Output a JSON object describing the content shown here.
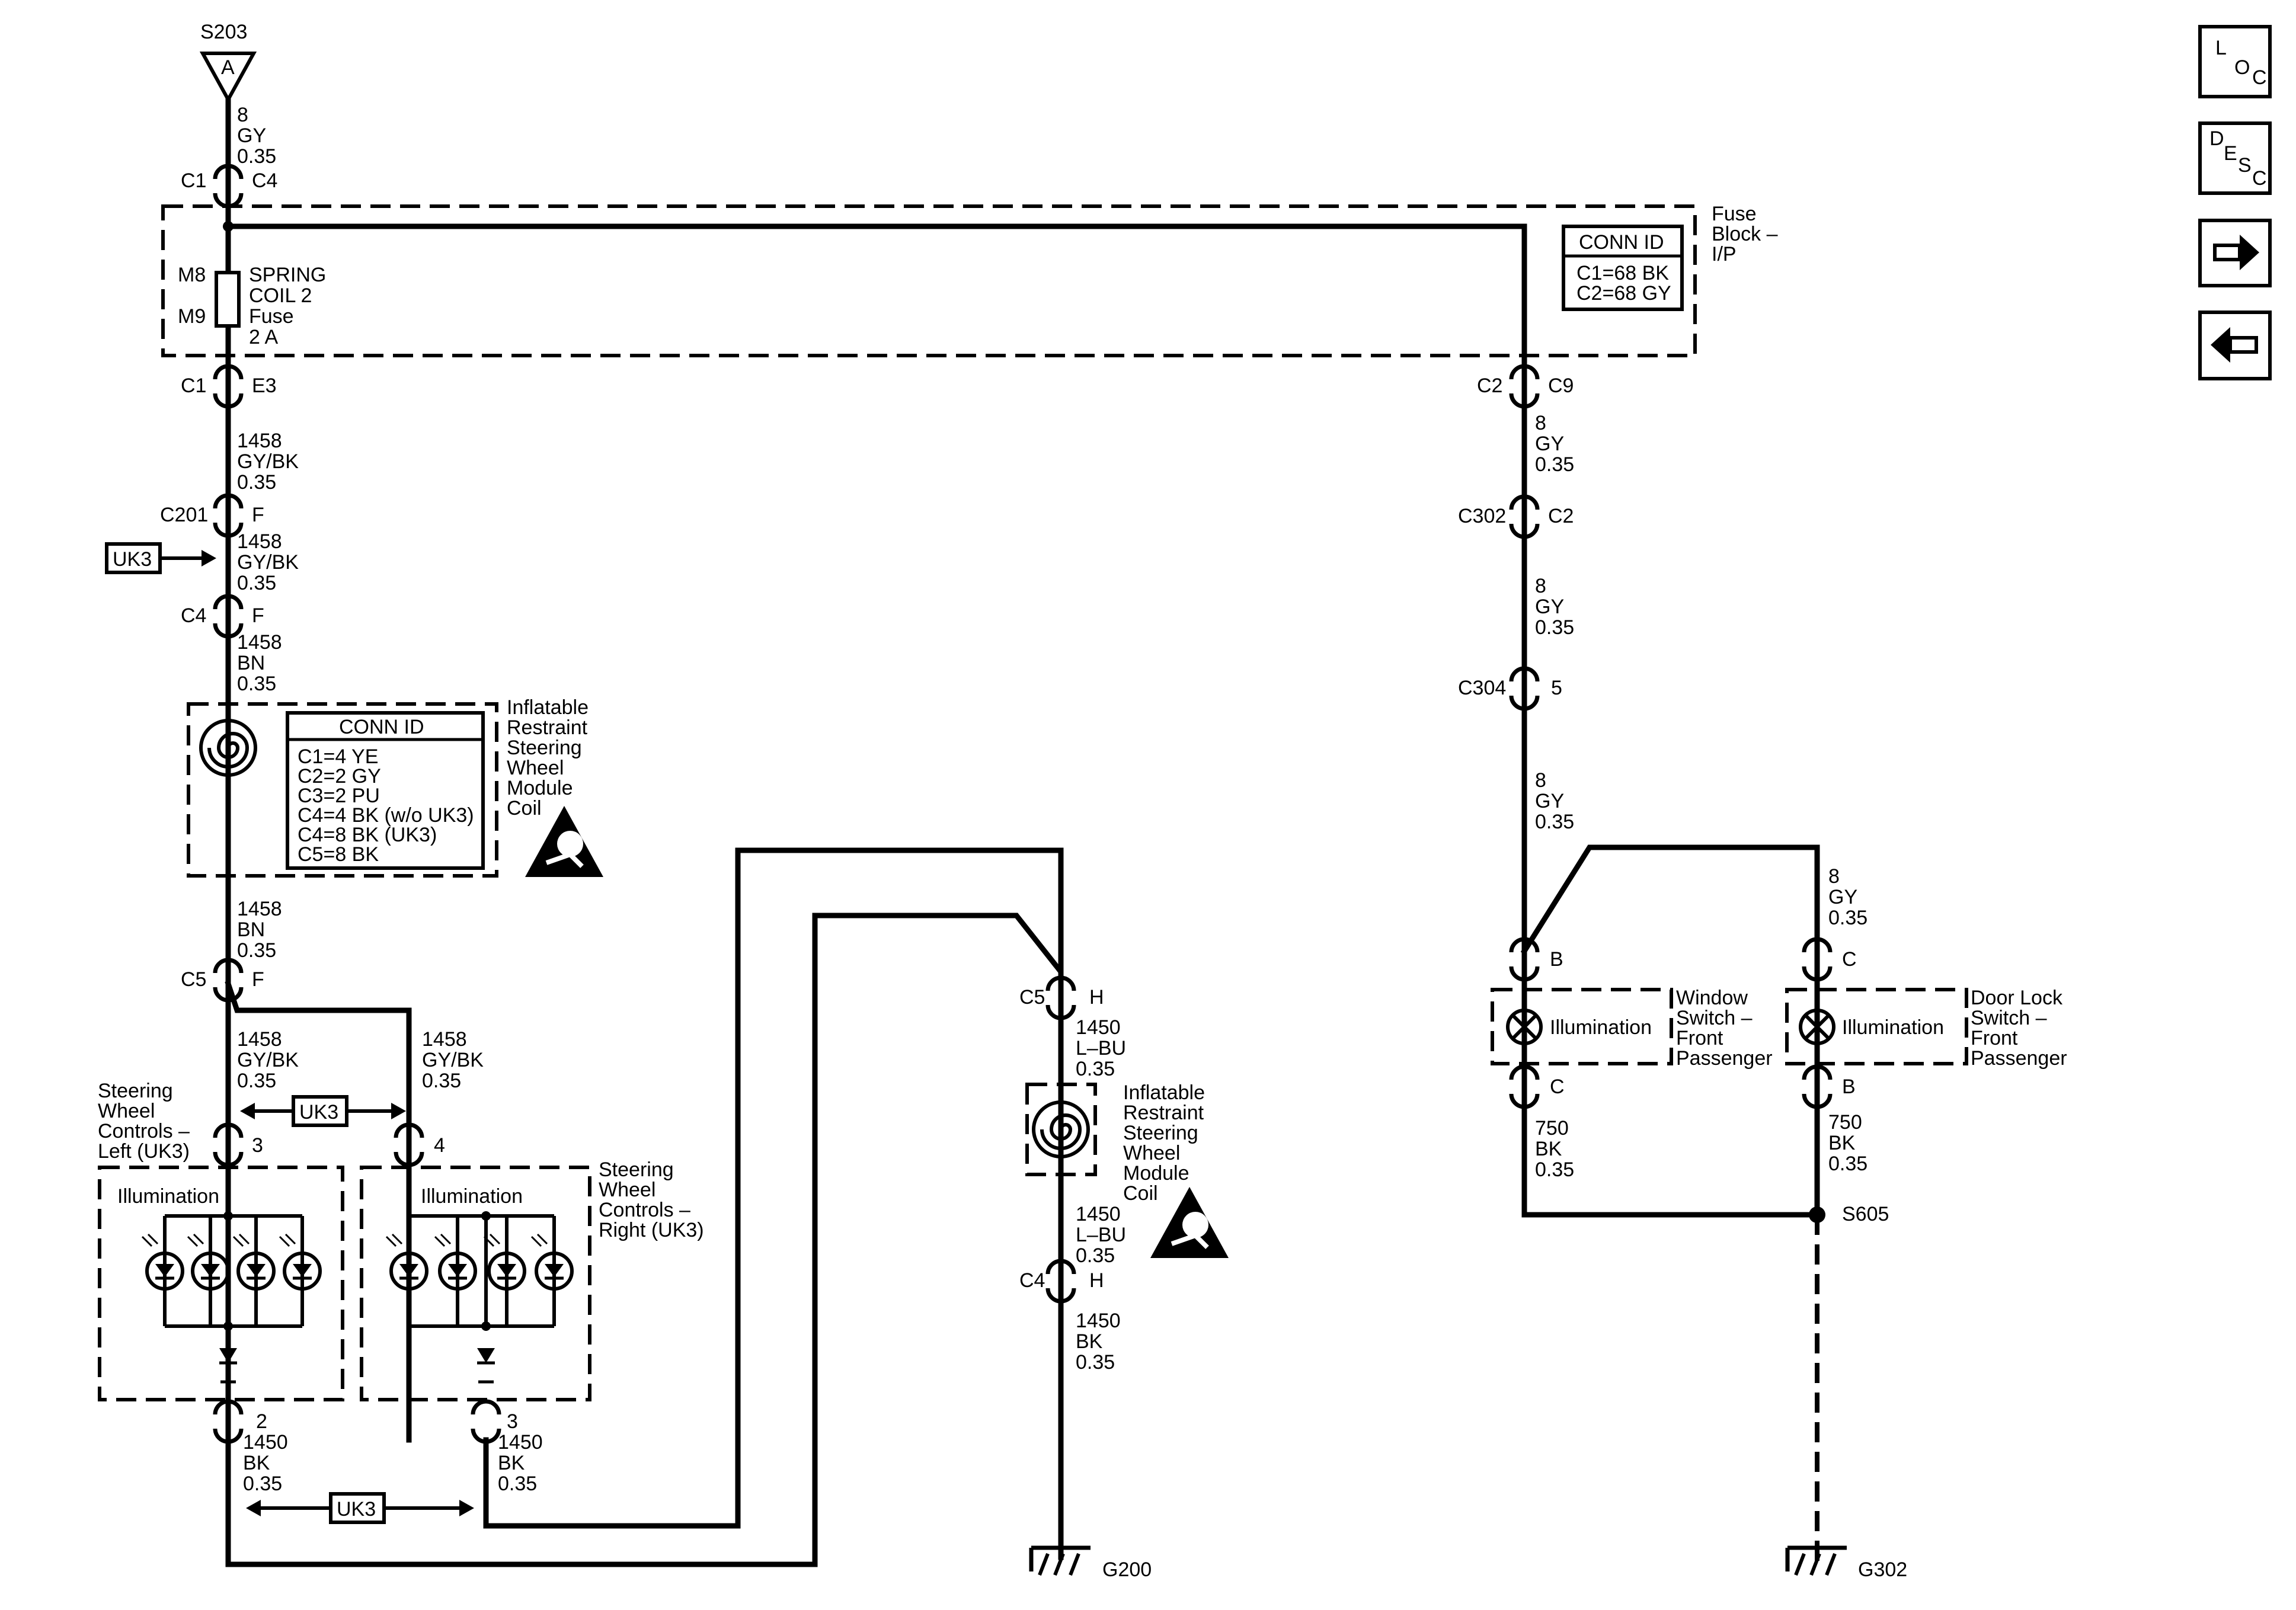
{
  "splice_top": {
    "id": "S203",
    "pin": "A"
  },
  "wire_top": {
    "circuit": "8",
    "color": "GY",
    "size": "0.35"
  },
  "conn_c1_top": {
    "left": "C1",
    "right": "C4"
  },
  "fuse_block": {
    "title": [
      "Fuse",
      "Block –",
      "I/P"
    ],
    "fuse_pins": [
      "M8",
      "M9"
    ],
    "fuse_label": [
      "SPRING",
      "COIL 2",
      "Fuse",
      "2 A"
    ],
    "conn_id": {
      "header": "CONN ID",
      "rows": [
        "C1=68 BK",
        "C2=68 GY"
      ]
    }
  },
  "conn_c1_e3": {
    "left": "C1",
    "right": "E3"
  },
  "wire_1458_a": {
    "circuit": "1458",
    "color": "GY/BK",
    "size": "0.35"
  },
  "conn_c201": {
    "left": "C201",
    "right": "F"
  },
  "uk3_option": "UK3",
  "wire_1458_b": {
    "circuit": "1458",
    "color": "GY/BK",
    "size": "0.35"
  },
  "conn_c4_f": {
    "left": "C4",
    "right": "F"
  },
  "wire_1458_bn_a": {
    "circuit": "1458",
    "color": "BN",
    "size": "0.35"
  },
  "coil_module_1": {
    "label": [
      "Inflatable",
      "Restraint",
      "Steering",
      "Wheel",
      "Module",
      "Coil"
    ],
    "conn_id": {
      "header": "CONN ID",
      "rows": [
        "C1=4 YE",
        "C2=2 GY",
        "C3=2 PU",
        "C4=4 BK (w/o UK3)",
        "C4=8 BK (UK3)",
        "C5=8 BK"
      ]
    }
  },
  "wire_1458_bn_b": {
    "circuit": "1458",
    "color": "BN",
    "size": "0.35"
  },
  "conn_c5_f": {
    "left": "C5",
    "right": "F"
  },
  "wire_1458_left": {
    "circuit": "1458",
    "color": "GY/BK",
    "size": "0.35"
  },
  "wire_1458_right": {
    "circuit": "1458",
    "color": "GY/BK",
    "size": "0.35"
  },
  "swc_left": {
    "label": [
      "Steering",
      "Wheel",
      "Controls –",
      "Left (UK3)"
    ],
    "pin_top": "3",
    "pin_bottom": "2",
    "inner": "Illumination"
  },
  "swc_right": {
    "label": [
      "Steering",
      "Wheel",
      "Controls –",
      "Right (UK3)"
    ],
    "pin_top": "4",
    "pin_bottom": "3",
    "inner": "Illumination"
  },
  "wire_1450_left": {
    "circuit": "1450",
    "color": "BK",
    "size": "0.35"
  },
  "wire_1450_right": {
    "circuit": "1450",
    "color": "BK",
    "size": "0.35"
  },
  "conn_c5_h": {
    "left": "C5",
    "right": "H"
  },
  "wire_1450_lbu_a": {
    "circuit": "1450",
    "color": "L–BU",
    "size": "0.35"
  },
  "coil_module_2": {
    "label": [
      "Inflatable",
      "Restraint",
      "Steering",
      "Wheel",
      "Module",
      "Coil"
    ]
  },
  "wire_1450_lbu_b": {
    "circuit": "1450",
    "color": "L–BU",
    "size": "0.35"
  },
  "conn_c4_h": {
    "left": "C4",
    "right": "H"
  },
  "wire_1450_bk": {
    "circuit": "1450",
    "color": "BK",
    "size": "0.35"
  },
  "ground_g200": "G200",
  "conn_c2_c9": {
    "left": "C2",
    "right": "C9"
  },
  "wire_8_a": {
    "circuit": "8",
    "color": "GY",
    "size": "0.35"
  },
  "conn_c302": {
    "left": "C302",
    "right": "C2"
  },
  "wire_8_b": {
    "circuit": "8",
    "color": "GY",
    "size": "0.35"
  },
  "conn_c304": {
    "left": "C304",
    "right": "5"
  },
  "wire_8_c": {
    "circuit": "8",
    "color": "GY",
    "size": "0.35"
  },
  "wire_8_d": {
    "circuit": "8",
    "color": "GY",
    "size": "0.35"
  },
  "window_switch": {
    "label": [
      "Window",
      "Switch –",
      "Front",
      "Passenger"
    ],
    "inner": "Illumination",
    "pin_top": "B",
    "pin_bottom": "C"
  },
  "door_lock_switch": {
    "label": [
      "Door Lock",
      "Switch –",
      "Front",
      "Passenger"
    ],
    "inner": "Illumination",
    "pin_top": "C",
    "pin_bottom": "B"
  },
  "wire_750_left": {
    "circuit": "750",
    "color": "BK",
    "size": "0.35"
  },
  "wire_750_right": {
    "circuit": "750",
    "color": "BK",
    "size": "0.35"
  },
  "splice_s605": "S605",
  "ground_g302": "G302",
  "nav": {
    "loc": [
      "L",
      "O",
      "C"
    ],
    "desc": [
      "D",
      "E",
      "S",
      "C"
    ],
    "next_icon": "arrow-right-icon",
    "prev_icon": "arrow-left-icon"
  }
}
